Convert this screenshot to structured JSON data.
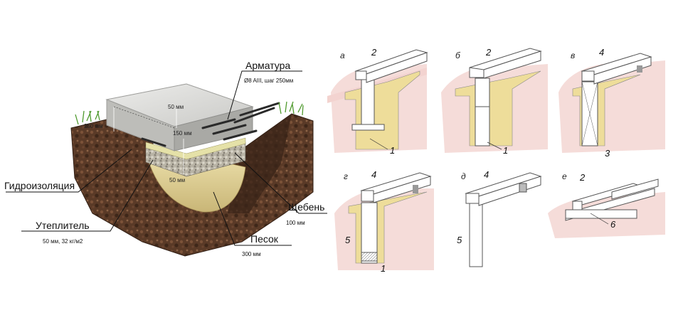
{
  "left_diagram": {
    "labels": {
      "armatura": "Арматура",
      "armatura_spec": "Ø8 AIII, шаг 250мм",
      "gidroizolyatsiya": "Гидроизоляция",
      "uteplitel": "Утеплитель",
      "uteplitel_spec": "50 мм, 32 кг/м2",
      "scheben": "Щебень",
      "scheben_spec": "100 мм",
      "pesok": "Песок",
      "pesok_spec": "300 мм"
    },
    "dimensions": {
      "d_top": "50 мм",
      "d_side": "250 мм",
      "d_mid": "150 мм",
      "d_bottom": "50 мм"
    }
  },
  "right_diagram": {
    "panels": [
      {
        "letter": "а",
        "labels": [
          "2",
          "1"
        ]
      },
      {
        "letter": "б",
        "labels": [
          "2",
          "1"
        ]
      },
      {
        "letter": "в",
        "labels": [
          "4",
          "3"
        ]
      },
      {
        "letter": "г",
        "labels": [
          "4",
          "5",
          "1"
        ]
      },
      {
        "letter": "д",
        "labels": [
          "4",
          "5"
        ]
      },
      {
        "letter": "е",
        "labels": [
          "2",
          "6"
        ]
      }
    ]
  },
  "colors": {
    "soil_dark": "#4a2f20",
    "soil_mid": "#7a4e34",
    "concrete": "#d8d8d6",
    "sand": "#d9c98c",
    "pink_soil": "#f3d3cf",
    "yellow_fill": "#eedd9a",
    "grass": "#4f9a2e"
  }
}
